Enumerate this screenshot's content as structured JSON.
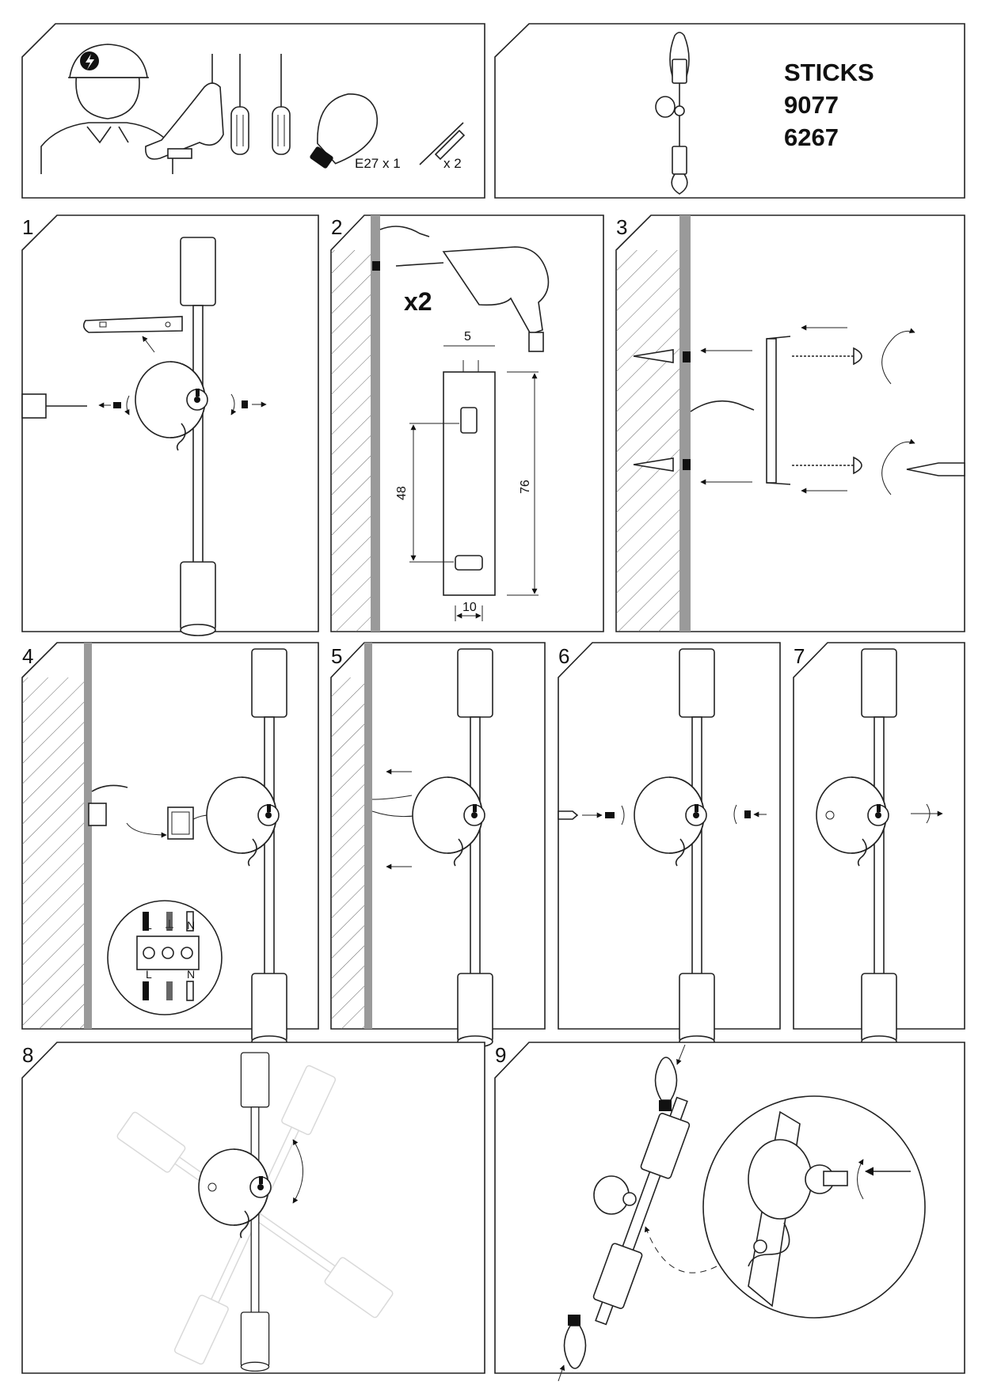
{
  "header": {
    "tools": {
      "bulb_label": "E27 x 1",
      "plug_label": "x 2"
    },
    "product": {
      "name": "STICKS",
      "code_1": "9077",
      "code_2": "6267"
    }
  },
  "steps": [
    {
      "number": "1"
    },
    {
      "number": "2",
      "drill_count": "x2",
      "dim_hole": "5",
      "dim_spacing": "48",
      "dim_length": "76",
      "dim_width": "10"
    },
    {
      "number": "3"
    },
    {
      "number": "4",
      "terminal_top": [
        "L",
        "N"
      ],
      "terminal_bottom": [
        "L",
        "N"
      ]
    },
    {
      "number": "5"
    },
    {
      "number": "6"
    },
    {
      "number": "7"
    },
    {
      "number": "8"
    },
    {
      "number": "9"
    }
  ],
  "icons": {
    "earth": "earth-symbol-icon",
    "warning": "lightning-bolt-icon"
  },
  "colors": {
    "line": "#222222",
    "wall": "#9a9a9a",
    "ghost": "#bbbbbb"
  }
}
